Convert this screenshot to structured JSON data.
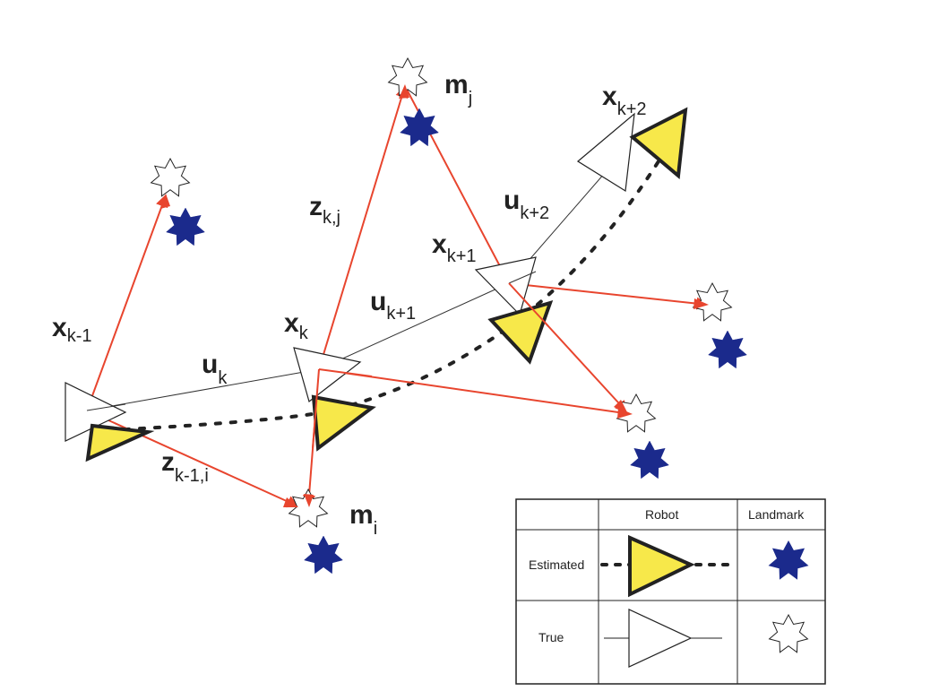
{
  "colors": {
    "estimated_robot_fill": "#f7e84a",
    "estimated_landmark": "#1b2a8c",
    "true_outline": "#222222",
    "measurement_line": "#e8452e",
    "control_line": "#333333",
    "path_dots": "#222222"
  },
  "labels": {
    "x_km1": {
      "main": "x",
      "sub": "k-1"
    },
    "x_k": {
      "main": "x",
      "sub": "k"
    },
    "x_kp1": {
      "main": "x",
      "sub": "k+1"
    },
    "x_kp2": {
      "main": "x",
      "sub": "k+2"
    },
    "u_k": {
      "main": "u",
      "sub": "k"
    },
    "u_kp1": {
      "main": "u",
      "sub": "k+1"
    },
    "u_kp2": {
      "main": "u",
      "sub": "k+2"
    },
    "z_km1i": {
      "main": "z",
      "sub": "k-1,i"
    },
    "z_kj": {
      "main": "z",
      "sub": "k,j"
    },
    "m_i": {
      "main": "m",
      "sub": "i"
    },
    "m_j": {
      "main": "m",
      "sub": "j"
    }
  },
  "legend": {
    "col_robot": "Robot",
    "col_landmark": "Landmark",
    "row_estimated": "Estimated",
    "row_true": "True"
  },
  "icons": {
    "estimated_robot": "filled-triangle-icon",
    "true_robot": "outline-triangle-icon",
    "estimated_landmark": "filled-star-icon",
    "true_landmark": "outline-star-icon"
  }
}
